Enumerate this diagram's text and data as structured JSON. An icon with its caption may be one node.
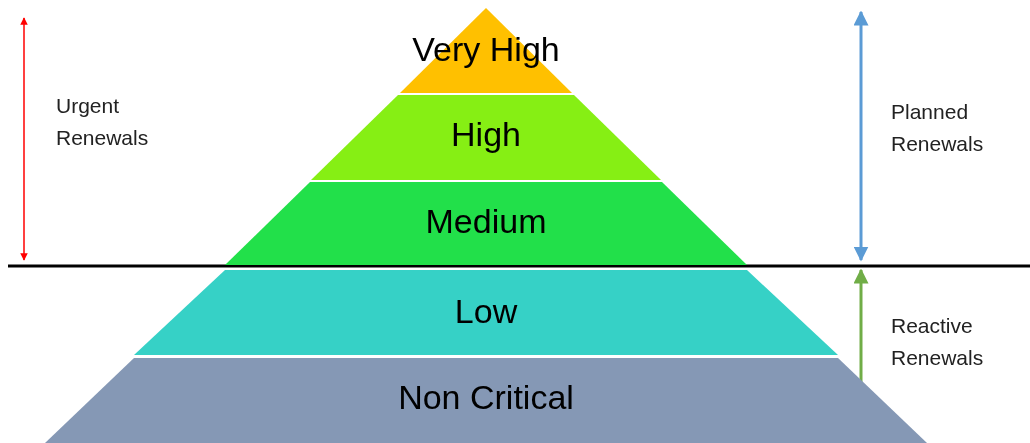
{
  "diagram": {
    "nodes": [
      {
        "text": [
          "Very High"
        ]
      },
      {
        "text": [
          "High"
        ]
      },
      {
        "text": [
          "Medium"
        ]
      },
      {
        "text": [
          "Low"
        ]
      },
      {
        "text": [
          "Non Critical"
        ]
      }
    ],
    "labels": [
      "Urgent Renewals",
      "Planned Renewals",
      "Reactive Renewals"
    ]
  }
}
